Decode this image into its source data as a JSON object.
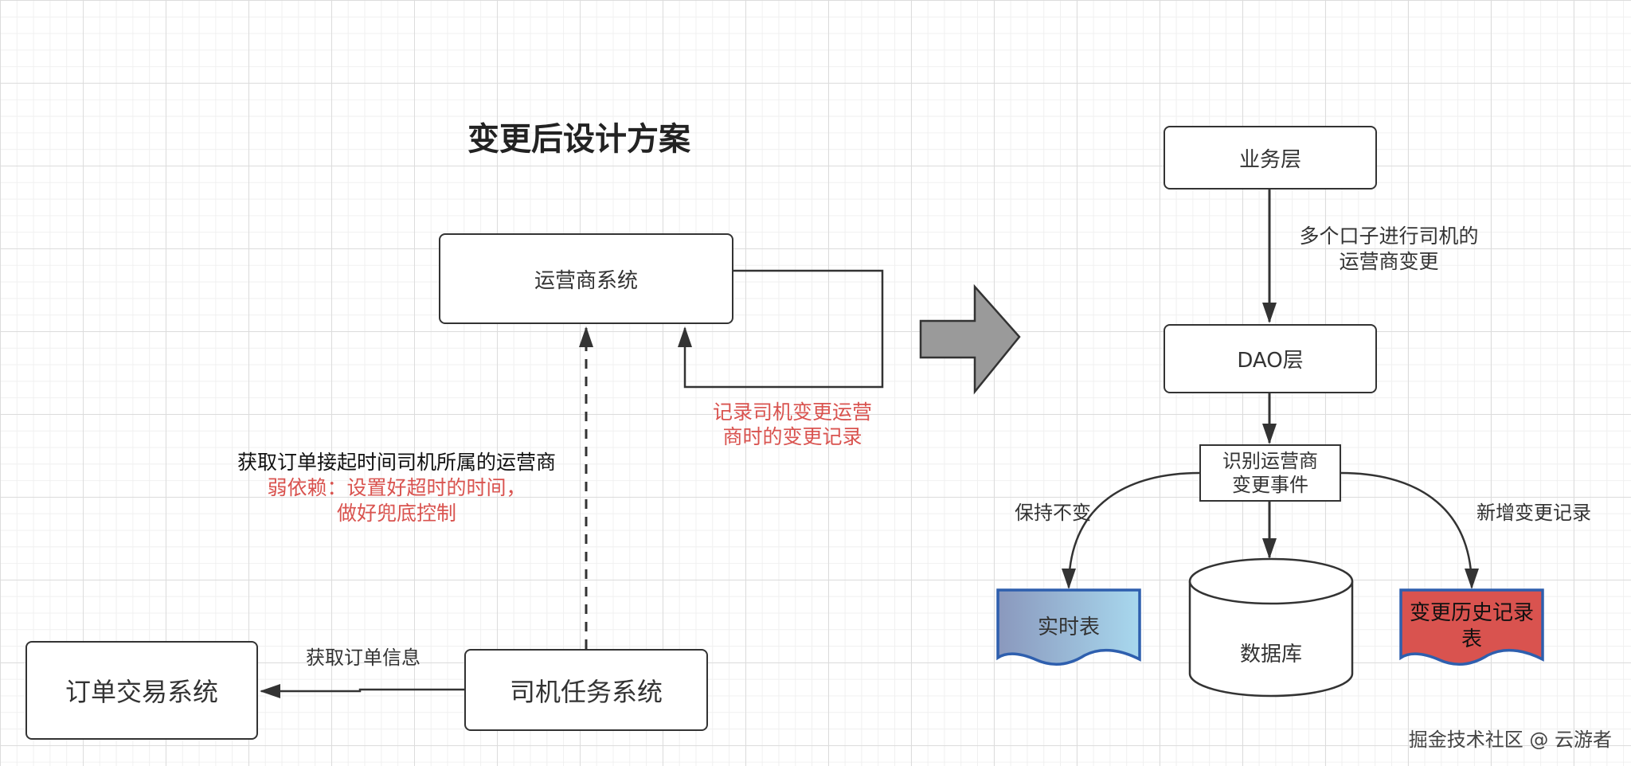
{
  "title": "变更后设计方案",
  "left": {
    "operator_system": "运营商系统",
    "driver_task_system": "司机任务系统",
    "order_trade_system": "订单交易系统",
    "fetch_order_info": "获取订单信息",
    "fetch_operator_line1": "获取订单接起时间司机所属的运营商",
    "weak_dep_line1": "弱依赖：设置好超时的时间，",
    "weak_dep_line2": "做好兜底控制",
    "record_line1": "记录司机变更运营",
    "record_line2": "商时的变更记录"
  },
  "right": {
    "business_layer": "业务层",
    "multi_entry_line1": "多个口子进行司机的",
    "multi_entry_line2": "运营商变更",
    "dao_layer": "DAO层",
    "identify_line1": "识别运营商",
    "identify_line2": "变更事件",
    "keep_unchanged": "保持不变",
    "add_change_record": "新增变更记录",
    "realtime_table": "实时表",
    "database": "数据库",
    "history_line1": "变更历史记录",
    "history_line2": "表"
  },
  "footer": "掘金技术社区 @ 云游者",
  "colors": {
    "line": "#333333",
    "red_text": "#d9534f",
    "realtime_fill_start": "#8a98bd",
    "realtime_fill_end": "#a8d8ee",
    "history_fill": "#d9534f",
    "doc_border": "#2e5fae",
    "arrow_fill": "#9a9a9a"
  }
}
